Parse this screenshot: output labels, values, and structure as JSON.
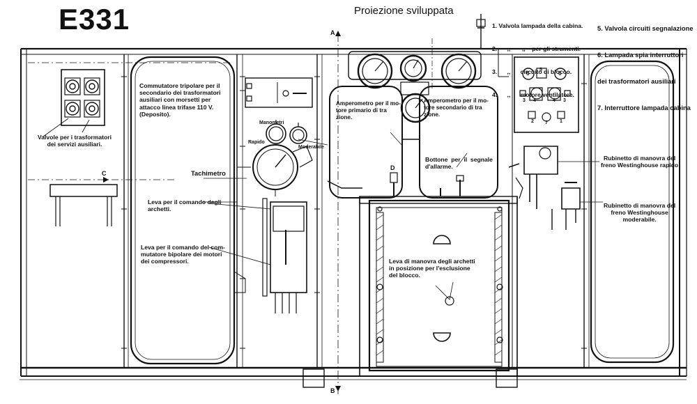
{
  "title": "E331",
  "subtitle": "Proiezione sviluppata",
  "legend_left": [
    "1. Valvola lampada della cabina.",
    "2.      ,,       ,,    per gli strumenti.",
    "3.      ,,      circuito di blocco.",
    "4.      ,,      motore ventilatore."
  ],
  "legend_right": [
    "5. Valvola circuiti segnalazione",
    "6. Lampada spia interruttori",
    "dei trasformatori ausiliari",
    "7. Interruttore lampada cabina"
  ],
  "section_marks": {
    "a": "A",
    "b": "B",
    "c": "C",
    "d": "D"
  },
  "gauge_labels": {
    "g1": "Manometri",
    "g2": "Rapido",
    "g3": "Moderabile"
  },
  "panel_numbers": [
    "6",
    "5",
    "6",
    "3",
    "4",
    "4",
    "3",
    "2",
    "7",
    "1"
  ],
  "labels": {
    "valvole_trasformatori": "Valvole per i trasformatori\ndei servizi ausiliari.",
    "commutatore_tripolare": "Commutatore tripolare per il\nsecondario dei trasformatori\nausiliari con morsetti per\nattacco linea trifase 110 V.\n(Deposito).",
    "tachimetro": "Tachimetro",
    "leva_archetti": "Leva per il comando degli\narchetti.",
    "leva_commutatore": "Leva per il comando del com-\nmutatore bipolare dei motori\ndei compressori.",
    "amperometro_primario": "Amperometro per il mo-\ntore primario di tra\nzione.",
    "amperometro_secondario": "Amperometro per il mo-\ntore secondario di tra\nzione.",
    "bottone_allarme": "Bottone  per  il  segnale\nd'allarme.",
    "leva_manovra": "Leva di manovra degli archetti\nin posizione per l'esclusione\ndel blocco.",
    "rubinetto_rapido": "Rubinetto di manovra del\nfreno Westinghouse rapido",
    "rubinetto_moderabile": "Rubinetto di manovra del\nfreno Westinghouse\nmoderabile."
  }
}
